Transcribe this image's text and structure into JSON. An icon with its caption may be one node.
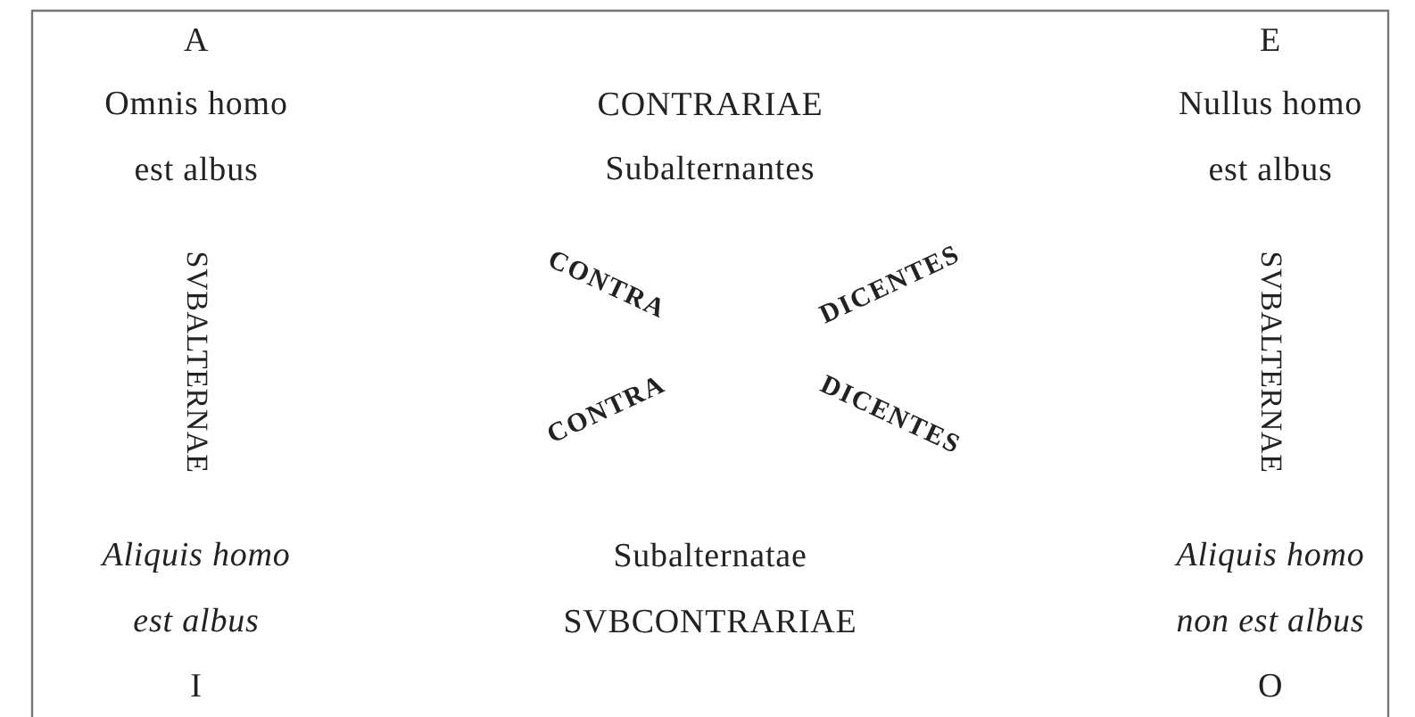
{
  "diagram": {
    "labels": [
      "A",
      "E",
      "Omnis homo est albus",
      "CONTRARIAE",
      "Nullus homo est albus",
      "Subalternantes",
      "SVBALTERNAE",
      "CONTRA",
      "DICENTES",
      "SVBALTERNAE",
      "CONTRA",
      "DICENTES",
      "Aliquis homo est albus",
      "Subalternatae",
      "Aliquis homo non est albus",
      "SVBCONTRARIAE",
      "I",
      "O"
    ]
  }
}
